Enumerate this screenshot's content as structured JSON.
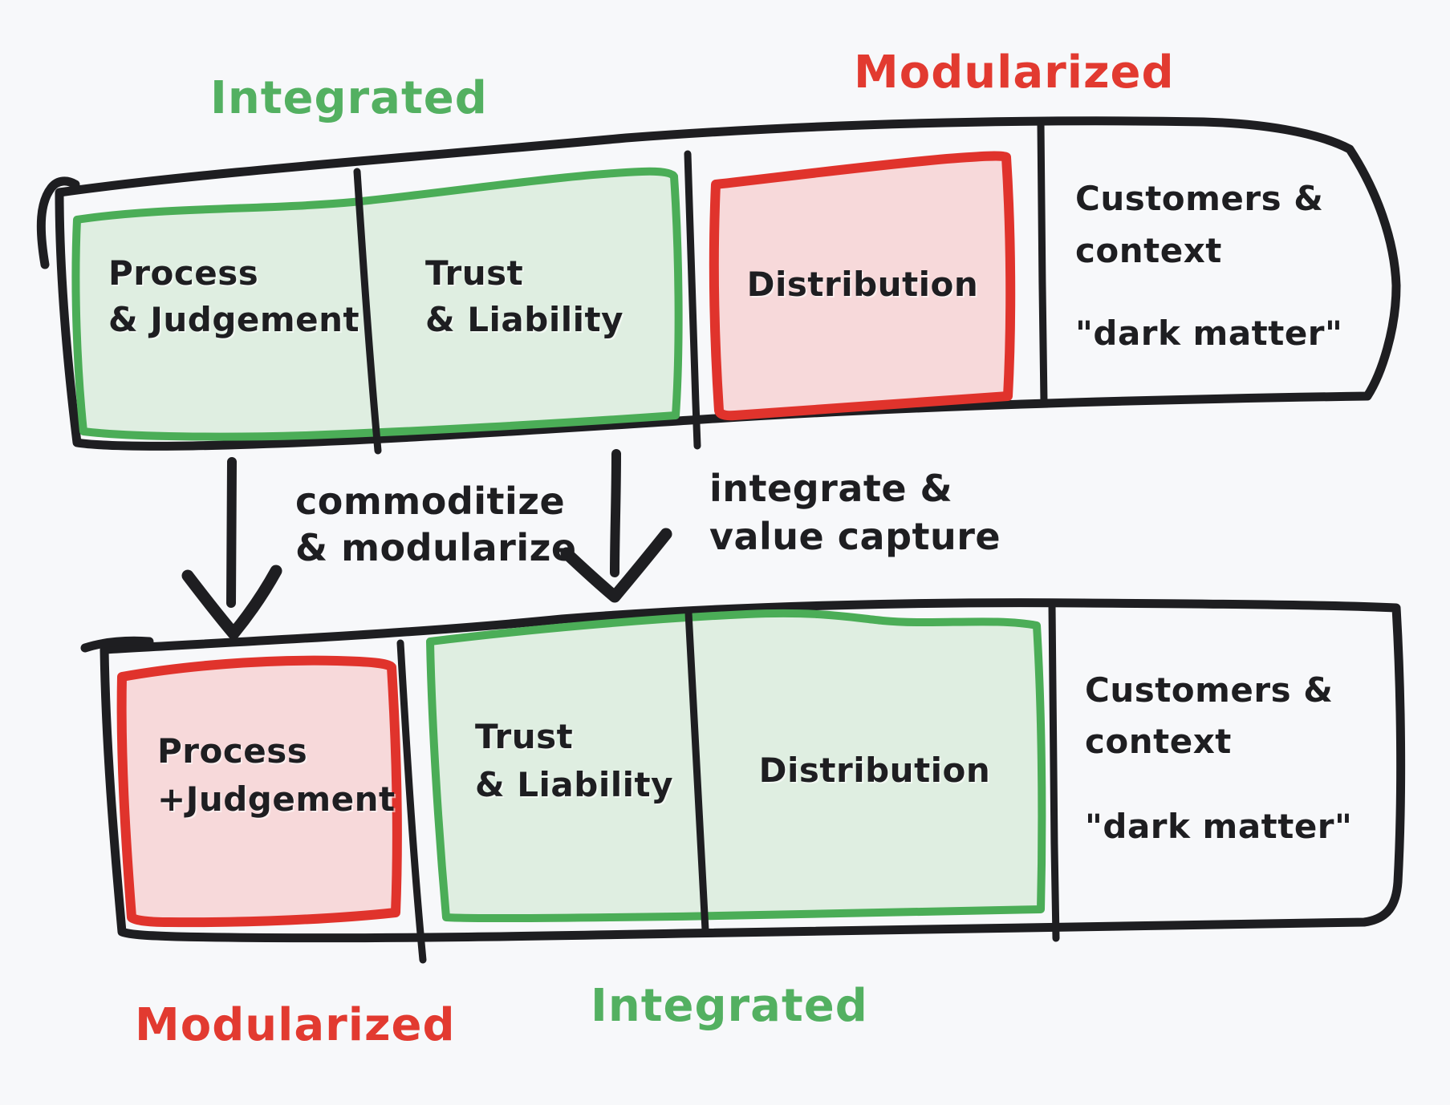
{
  "colors": {
    "background": "#f7f8fa",
    "ink": "#1e1e21",
    "green_stroke": "#4bad57",
    "green_fill": "#dfeee1",
    "red_stroke": "#e0332c",
    "red_fill": "#f7d9da",
    "green_label": "#53b061",
    "red_label": "#e23a30"
  },
  "top_labels": {
    "integrated": "Integrated",
    "modularized": "Modularized"
  },
  "top_bar": {
    "process": {
      "line1": "Process",
      "line2": "& Judgement"
    },
    "trust": {
      "line1": "Trust",
      "line2": "& Liability"
    },
    "distribution": "Distribution",
    "customers": {
      "line1": "Customers &",
      "line2": "context",
      "line3": "\"dark matter\""
    }
  },
  "transitions": {
    "left": {
      "line1": "commoditize",
      "line2": "& modularize"
    },
    "right": {
      "line1": "integrate &",
      "line2": "value capture"
    }
  },
  "bottom_bar": {
    "process": {
      "line1": "Process",
      "line2": "+Judgement"
    },
    "trust": {
      "line1": "Trust",
      "line2": "& Liability"
    },
    "distribution": "Distribution",
    "customers": {
      "line1": "Customers &",
      "line2": "context",
      "line3": "\"dark matter\""
    }
  },
  "bottom_labels": {
    "modularized": "Modularized",
    "integrated": "Integrated"
  }
}
